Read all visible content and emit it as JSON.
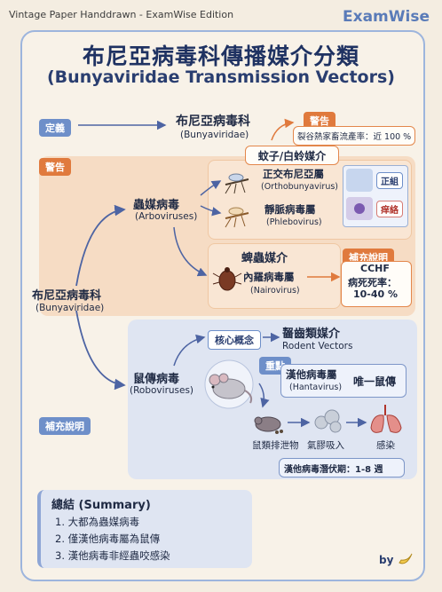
{
  "header": {
    "caption": "Vintage Paper Handdrawn - ExamWise Edition",
    "brand": "ExamWise"
  },
  "title": {
    "main": "布尼亞病毒科傳播媒介分類",
    "sub": "(Bunyaviridae Transmission Vectors)"
  },
  "definition": {
    "tag": "定義",
    "name_cn": "布尼亞病毒科",
    "name_en": "(Bunyaviridae)"
  },
  "warning_top": {
    "tag": "警告",
    "text": "裂谷熱家畜流產率：近 100 %"
  },
  "warning_left": {
    "tag": "警告"
  },
  "root": {
    "name_cn": "布尼亞病毒科",
    "name_en": "(Bunyaviridae)"
  },
  "arbo": {
    "name_cn": "蟲媒病毒",
    "name_en": "(Arboviruses)",
    "vector_header": "蚊子/白蛉媒介",
    "genus1_cn": "正交布尼亞屬",
    "genus1_en": "(Orthobunyavirus)",
    "genus2_cn": "靜脈病毒屬",
    "genus2_en": "(Phlebovirus)",
    "legend1": "正組",
    "legend2": "痒絡"
  },
  "tick": {
    "header": "蜱蟲媒介",
    "genus_cn": "內羅病毒屬",
    "genus_en": "(Nairovirus)",
    "note_tag": "補充說明",
    "note_line1": "CCHF",
    "note_line2": "病死死率：",
    "note_line3": "10-40 %"
  },
  "robo": {
    "name_cn": "鼠傳病毒",
    "name_en": "(Roboviruses)",
    "concept_tag": "核心概念",
    "vector_cn": "齧齒類媒介",
    "vector_en": "Rodent Vectors",
    "key_tag": "重點",
    "genus_cn": "漢他病毒屬",
    "genus_en": "(Hantavirus)",
    "only_text": "唯一鼠傳",
    "step1": "鼠類排泄物",
    "step2": "氣膠吸入",
    "step3": "感染",
    "incubation": "漢他病毒潛伏期：1-8 週"
  },
  "supplement_left": {
    "tag": "補充說明"
  },
  "summary": {
    "title": "總結 (Summary)",
    "items": [
      "1. 大都為蟲媒病毒",
      "2. 僅漢他病毒屬為鼠傳",
      "3. 漢他病毒非經蟲咬感染"
    ]
  },
  "signature": "by",
  "colors": {
    "accent_blue": "#6e8fc9",
    "accent_orange": "#e07a3d",
    "title_navy": "#1f3262",
    "panel_orange": "#f6dcc4",
    "panel_blue": "#dfe5f2"
  }
}
